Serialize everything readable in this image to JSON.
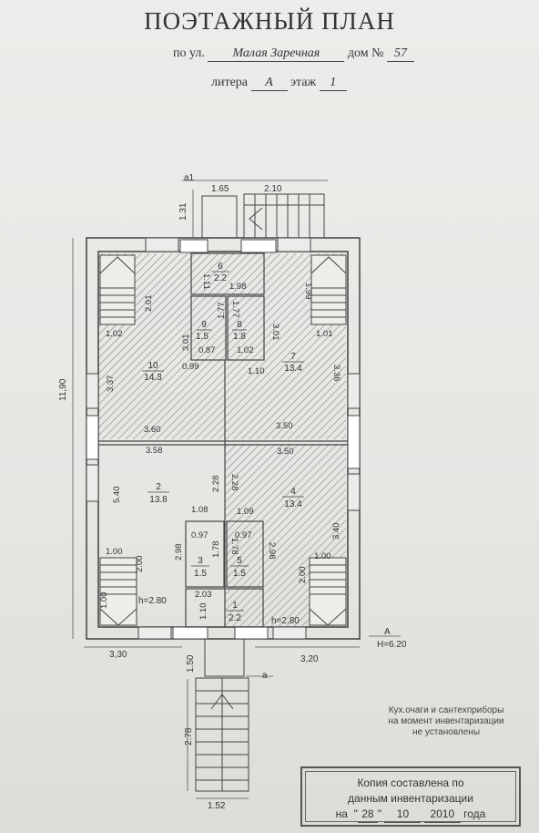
{
  "header": {
    "title": "ПОЭТАЖНЫЙ ПЛАН",
    "street_prefix": "по ул.",
    "street": "Малая Заречная",
    "house_prefix": "дом №",
    "house": "57",
    "litera_label": "литера",
    "litera": "А",
    "floor_label": "этаж",
    "floor": "1"
  },
  "plan": {
    "overall_height": "11,90",
    "heights": {
      "left": "h=2.80",
      "right": "h=2.80",
      "elev_mark": "A",
      "elev": "H=6.20"
    },
    "axes": {
      "a1": "a1",
      "a": "a"
    },
    "top_dims": {
      "d1": "1.65",
      "d2": "2.10",
      "d3": "1.31"
    },
    "bottom_dims": {
      "left": "3,30",
      "right": "3,20",
      "porch_h": "1.50",
      "stair_h": "2.78",
      "stair_w": "1.52"
    },
    "rooms": [
      {
        "no": "6",
        "area": "2.2"
      },
      {
        "no": "9",
        "area": "1.5"
      },
      {
        "no": "8",
        "area": "1.8"
      },
      {
        "no": "10",
        "area": "14.3"
      },
      {
        "no": "7",
        "area": "13.4"
      },
      {
        "no": "2",
        "area": "13.8"
      },
      {
        "no": "4",
        "area": "13.4"
      },
      {
        "no": "3",
        "area": "1.5"
      },
      {
        "no": "5",
        "area": "1.5"
      },
      {
        "no": "1",
        "area": "2.2"
      }
    ],
    "dims": {
      "r6_h": "1.11",
      "r6_w": "1.98",
      "st_tl": "2.01",
      "st_tl_w": "1.02",
      "st_tr": "1.99",
      "st_tr_w": "1.01",
      "r9_h": "3.01",
      "r9_w": "0.87",
      "r9_h2": "1.77",
      "r8_h": "1.77",
      "r8_w": "1.02",
      "r7_h": "3.01",
      "r10_w": "0.99",
      "r7_w": "1.10",
      "left_h": "3.37",
      "right_h": "3.36",
      "r10_b": "3.60",
      "r7_b": "3.50",
      "r2_t": "3.58",
      "r4_t": "3.50",
      "r2_h": "5.40",
      "r2_mid_h": "2.28",
      "r4_mid_h": "2.28",
      "r2_w": "1.08",
      "r4_w": "1.09",
      "r3_w": "0.97",
      "r5_w": "0.97",
      "r3_h": "2.98",
      "r3_h2": "1.78",
      "r5_h": "1.78",
      "r5_h2": "2.98",
      "r4_h": "3.40",
      "st_bl_w": "1.00",
      "st_bl_h": "2.00",
      "st_bl_h2": "1.00",
      "st_br_w": "1.00",
      "st_br_h": "2.00",
      "r1_w": "2.03",
      "r1_h": "1.10"
    }
  },
  "note": [
    "Кух.очаги и сантехприборы",
    "на момент инвентаризации",
    "не установлены"
  ],
  "stamp": {
    "line1": "Копия   составлена   по",
    "line2": "данным   инвентаризации",
    "on": "на",
    "day": "28",
    "month": "10",
    "year": "2010",
    "year_suffix": "года"
  }
}
